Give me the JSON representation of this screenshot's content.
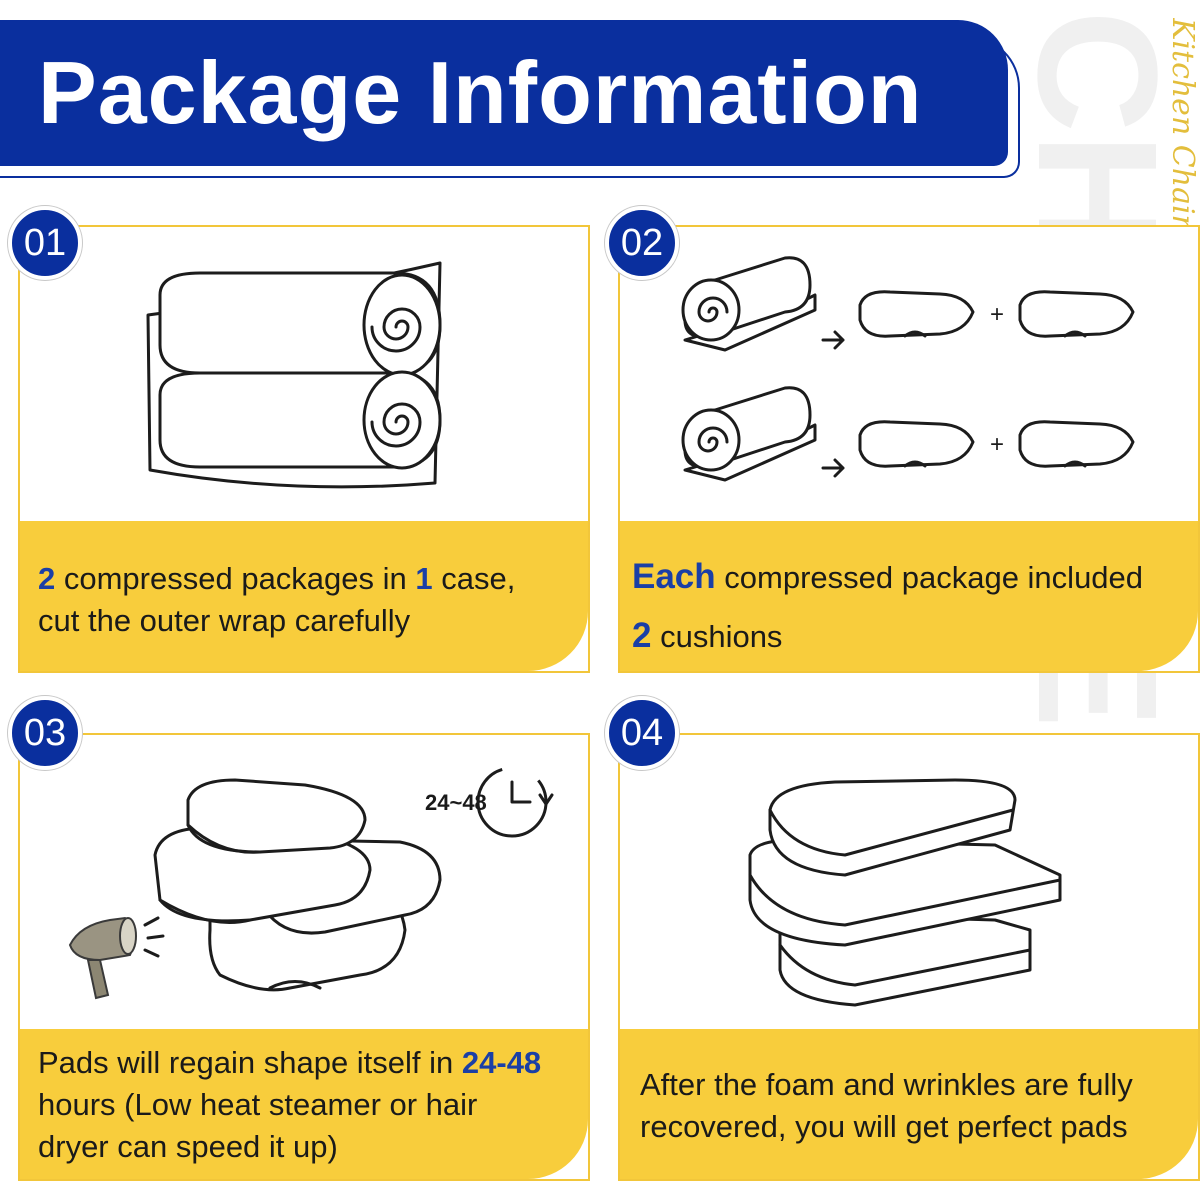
{
  "header": {
    "title": "Package Information"
  },
  "watermark": {
    "text": "CHOSSES",
    "side_script": "Kitchen Chair"
  },
  "colors": {
    "brand_blue": "#0a2f9e",
    "accent_yellow": "#f8cd3c",
    "highlight_blue": "#1a3fa6"
  },
  "steps": [
    {
      "number": "01",
      "caption": {
        "n1": "2",
        "t1": " compressed packages in ",
        "n2": "1",
        "t2": " case,",
        "line2": "cut the outer wrap carefully"
      },
      "illustration": "two-rolled-packages-icon"
    },
    {
      "number": "02",
      "caption": {
        "strong": "Each",
        "t1": " compressed package included",
        "n1": "2",
        "t2": " cushions"
      },
      "illustration": "roll-to-two-cushions-icon",
      "plus": "+"
    },
    {
      "number": "03",
      "caption": {
        "t1": "Pads will regain shape itself in ",
        "n1": "24-48",
        "line2": "hours (Low heat steamer or hair",
        "line3": "dryer can speed it up)"
      },
      "timer_label": "24~48",
      "illustration": "cushion-stack-with-dryer-icon"
    },
    {
      "number": "04",
      "caption": {
        "line1": "After the foam and wrinkles are fully",
        "line2": "recovered, you will get perfect pads"
      },
      "illustration": "recovered-cushion-stack-icon"
    }
  ]
}
